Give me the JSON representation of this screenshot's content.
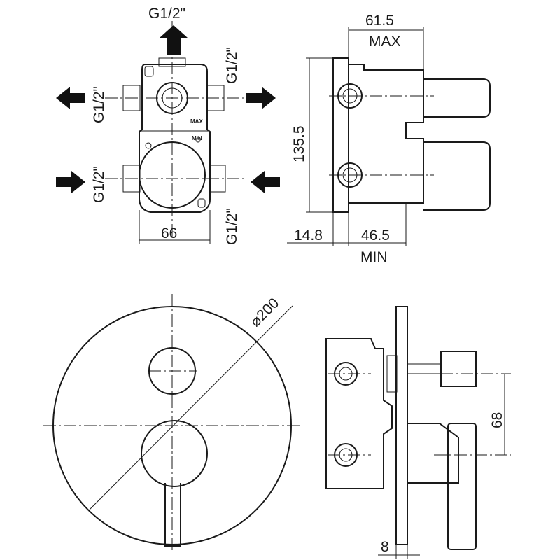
{
  "top_left_view": {
    "thread_top": "G1/2\"",
    "thread_right_top": "G1/2\"",
    "thread_left_top": "G1/2\"",
    "thread_left_bottom": "G1/2\"",
    "thread_right_bottom": "G1/2\"",
    "body_width": "66",
    "tag_max": "MAX",
    "tag_min": "MIN"
  },
  "top_right_view": {
    "depth_max_value": "61.5",
    "depth_max_label": "MAX",
    "height_value": "135.5",
    "offset_value": "14.8",
    "depth_min_value": "46.5",
    "depth_min_label": "MIN"
  },
  "bottom_left_view": {
    "diameter": "⌀200"
  },
  "bottom_right_view": {
    "outlet_spacing": "68",
    "plate_thickness": "8"
  },
  "colors": {
    "ink": "#1a1a1a",
    "arrow": "#111111",
    "background": "#ffffff"
  }
}
